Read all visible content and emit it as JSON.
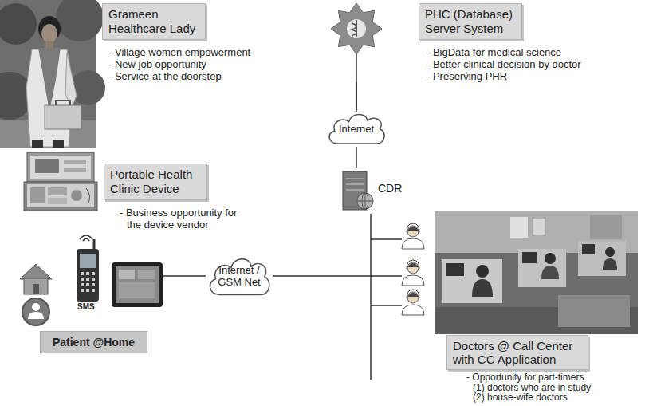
{
  "diagram": {
    "nodes": [
      {
        "text": [
          "Grameen Healthcare Lady",
          "- Village women empowerment",
          "- New job opportunity",
          "- Service at the doorstep"
        ]
      },
      {
        "text": [
          "Portable Health Clinic Device",
          "- Business opportunity for the device vendor"
        ]
      },
      {
        "text": [
          "PHC (Database) Server System",
          "- BigData for medical science",
          "- Better clinical decision by doctor",
          "- Preserving PHR"
        ]
      },
      {
        "text": [
          "Internet"
        ]
      },
      {
        "text": [
          "CDR"
        ]
      },
      {
        "text": [
          "Internet / GSM Net"
        ]
      },
      {
        "text": [
          "Patient @Home"
        ]
      },
      {
        "text": [
          "Doctors @ Call Center with CC Application",
          "- Opportunity for part-timers",
          "(1) doctors who are in study",
          "(2) house-wife doctors"
        ]
      }
    ],
    "edges": [
      {
        "from": 2,
        "to": 3,
        "arrow": "none"
      },
      {
        "from": 3,
        "to": 4,
        "arrow": "none"
      },
      {
        "from": 6,
        "to": 5,
        "arrow": "none"
      },
      {
        "from": 5,
        "to": 7,
        "arrow": "none"
      },
      {
        "from": 4,
        "to": 7,
        "arrow": "none"
      }
    ],
    "labels": [
      "SMS"
    ]
  }
}
